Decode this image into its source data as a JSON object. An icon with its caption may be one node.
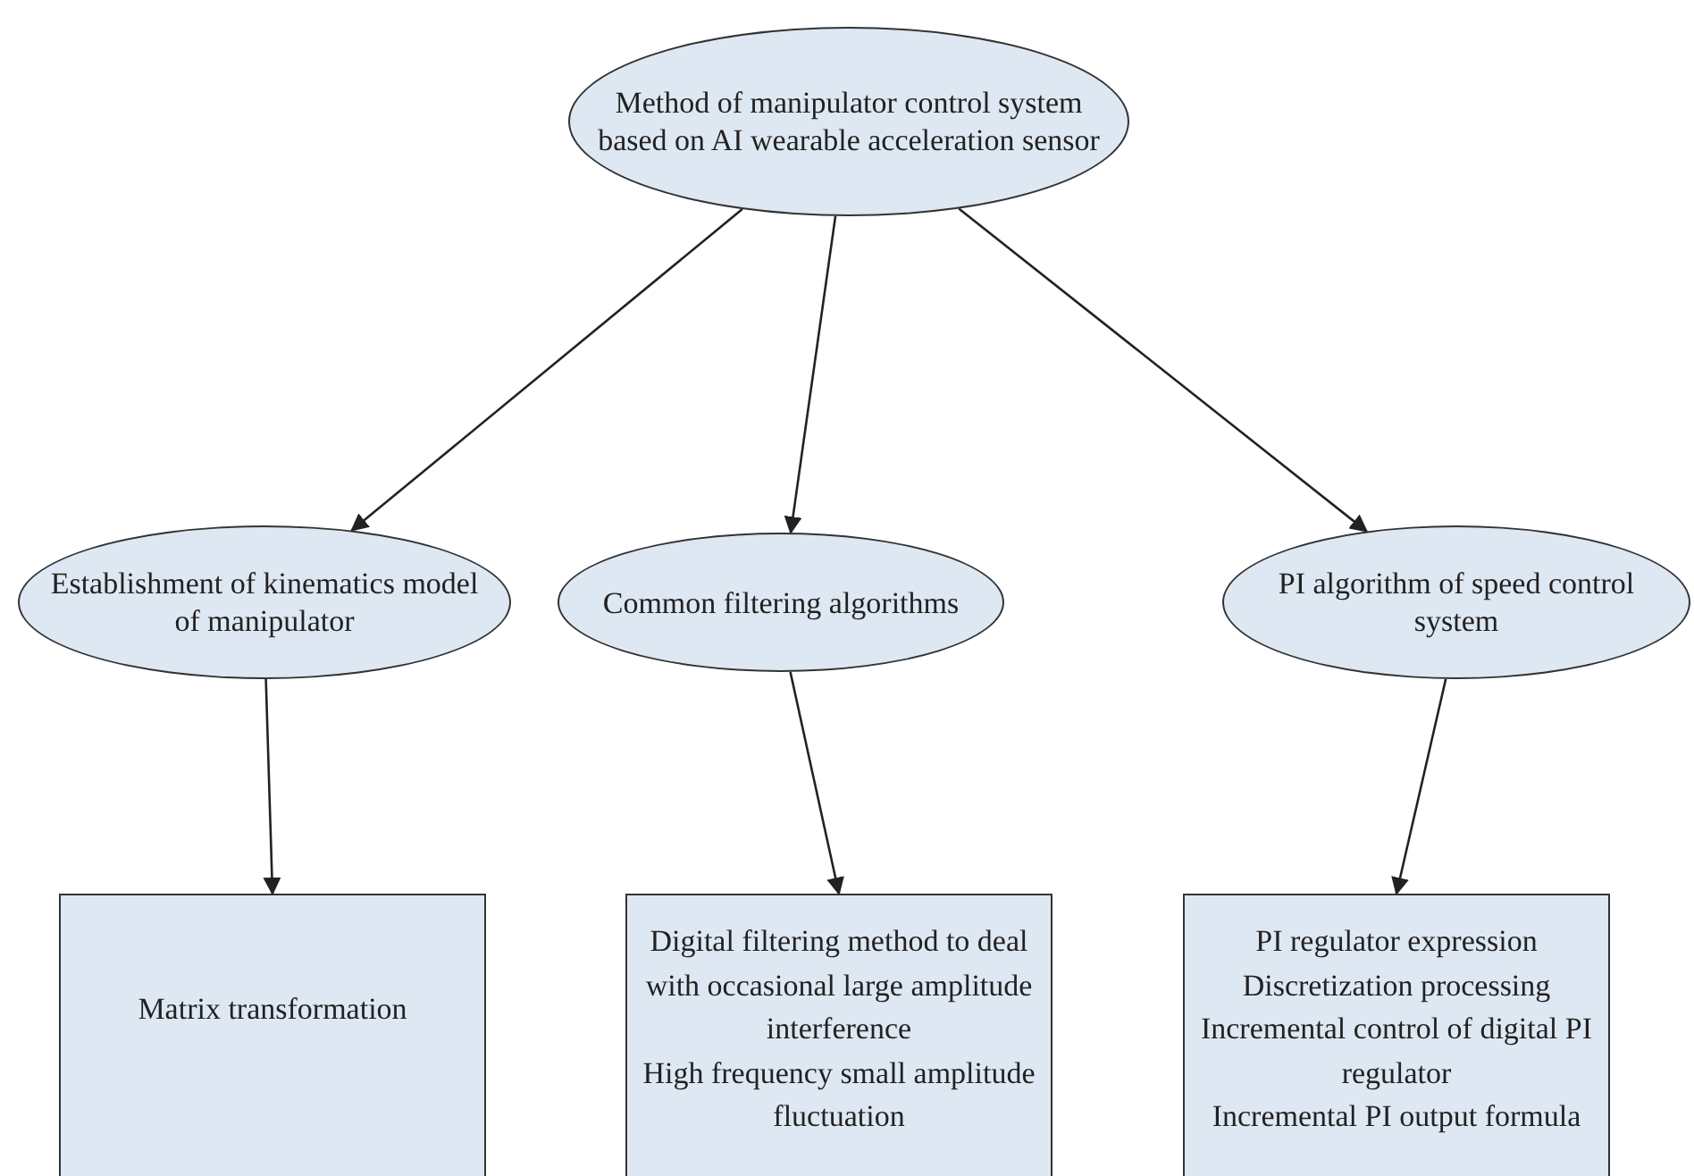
{
  "diagram": {
    "nodes": [
      {
        "text": [
          "Method of manipulator control system based on AI wearable acceleration sensor"
        ]
      },
      {
        "text": [
          "Establishment of kinematics model of manipulator"
        ]
      },
      {
        "text": [
          "Common filtering algorithms"
        ]
      },
      {
        "text": [
          "PI algorithm of speed control system"
        ]
      },
      {
        "text": [
          "Matrix transformation"
        ]
      },
      {
        "text": [
          "Digital filtering method to deal with occasional large amplitude interference",
          "High frequency small amplitude fluctuation"
        ]
      },
      {
        "text": [
          "PI regulator expression",
          "Discretization processing",
          "Incremental control of digital PI regulator",
          "Incremental PI output formula"
        ]
      }
    ],
    "edges": [
      {
        "from": 0,
        "to": 1,
        "arrow": "to"
      },
      {
        "from": 0,
        "to": 2,
        "arrow": "to"
      },
      {
        "from": 0,
        "to": 3,
        "arrow": "to"
      },
      {
        "from": 1,
        "to": 4,
        "arrow": "to"
      },
      {
        "from": 2,
        "to": 5,
        "arrow": "to"
      },
      {
        "from": 3,
        "to": 6,
        "arrow": "to"
      }
    ]
  }
}
